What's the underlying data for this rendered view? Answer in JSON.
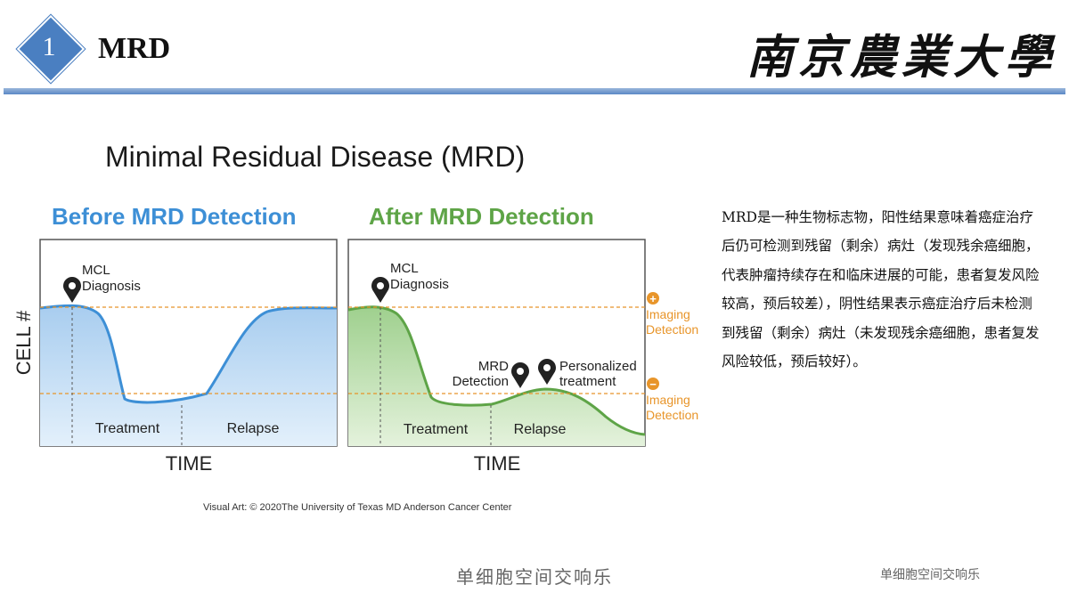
{
  "header": {
    "section_number": "1",
    "title": "MRD",
    "logo_text": "南京農業大學"
  },
  "figure": {
    "title": "Minimal Residual Disease (MRD)",
    "credit": "Visual Art: © 2020The University of Texas MD Anderson Cancer Center",
    "panels": [
      {
        "title": "Before MRD Detection",
        "title_color": "#3d8fd6",
        "pin_label_line1": "MCL",
        "pin_label_line2": "Diagnosis",
        "phase_labels": [
          "Treatment",
          "Relapse"
        ],
        "x_axis_label": "TIME"
      },
      {
        "title": "After MRD Detection",
        "title_color": "#5ea447",
        "pin_label_line1": "MCL",
        "pin_label_line2": "Diagnosis",
        "mrd_label_line1": "MRD",
        "mrd_label_line2": "Detection",
        "pt_label_line1": "Personalized",
        "pt_label_line2": "treatment",
        "phase_labels": [
          "Treatment",
          "Relapse"
        ],
        "x_axis_label": "TIME"
      }
    ],
    "y_axis_label": "CELL #",
    "thresholds": {
      "upper_line1": "Imaging",
      "upper_line2": "Detection",
      "lower_line1": "Imaging",
      "lower_line2": "Detection",
      "upper_symbol": "+",
      "lower_symbol": "−",
      "color": "#e8952a"
    },
    "colors": {
      "before_line": "#3d8fd6",
      "after_line": "#5ea447"
    }
  },
  "description": "MRD是一种生物标志物，阳性结果意味着癌症治疗后仍可检测到残留（剩余）病灶（发现残余癌细胞，代表肿瘤持续存在和临床进展的可能，患者复发风险较高，预后较差），阴性结果表示癌症治疗后未检测到残留（剩余）病灶（未发现残余癌细胞，患者复发风险较低，预后较好）。",
  "footer": {
    "center": "单细胞空间交响乐",
    "right": "单细胞空间交响乐"
  }
}
